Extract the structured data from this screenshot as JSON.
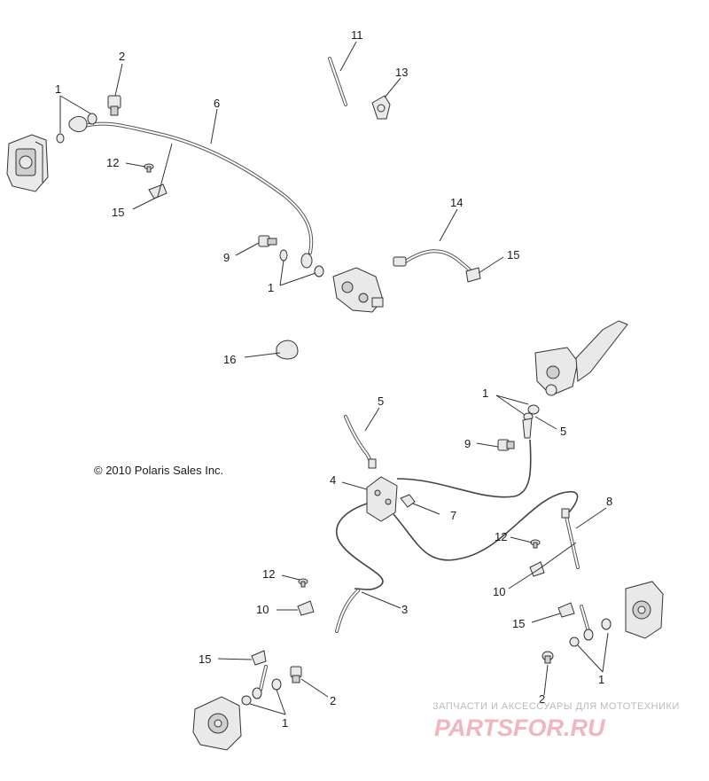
{
  "copyright": "© 2010  Polaris Sales Inc.",
  "watermark": {
    "tagline": "ЗАПЧАСТИ И АКСЕССУАРЫ ДЛЯ МОТОТЕХНИКИ",
    "brand": "PARTSFOR.RU",
    "tagline_color": "#b9b9b9",
    "brand_color": "#f0b6be"
  },
  "callouts": [
    {
      "id": "c11",
      "text": "11"
    },
    {
      "id": "c13",
      "text": "13"
    },
    {
      "id": "c2a",
      "text": "2"
    },
    {
      "id": "c1a",
      "text": "1"
    },
    {
      "id": "c6",
      "text": "6"
    },
    {
      "id": "c12a",
      "text": "12"
    },
    {
      "id": "c15a",
      "text": "15"
    },
    {
      "id": "c14",
      "text": "14"
    },
    {
      "id": "c15b",
      "text": "15"
    },
    {
      "id": "c9a",
      "text": "9"
    },
    {
      "id": "c1b",
      "text": "1"
    },
    {
      "id": "c16",
      "text": "16"
    },
    {
      "id": "c1c",
      "text": "1"
    },
    {
      "id": "c5a",
      "text": "5"
    },
    {
      "id": "c5b",
      "text": "5"
    },
    {
      "id": "c9b",
      "text": "9"
    },
    {
      "id": "c4",
      "text": "4"
    },
    {
      "id": "c7",
      "text": "7"
    },
    {
      "id": "c8",
      "text": "8"
    },
    {
      "id": "c12b",
      "text": "12"
    },
    {
      "id": "c10a",
      "text": "10"
    },
    {
      "id": "c12c",
      "text": "12"
    },
    {
      "id": "c10b",
      "text": "10"
    },
    {
      "id": "c3",
      "text": "3"
    },
    {
      "id": "c15c",
      "text": "15"
    },
    {
      "id": "c15d",
      "text": "15"
    },
    {
      "id": "c1d",
      "text": "1"
    },
    {
      "id": "c2b",
      "text": "2"
    },
    {
      "id": "c2c",
      "text": "2"
    },
    {
      "id": "c1e",
      "text": "1"
    }
  ]
}
